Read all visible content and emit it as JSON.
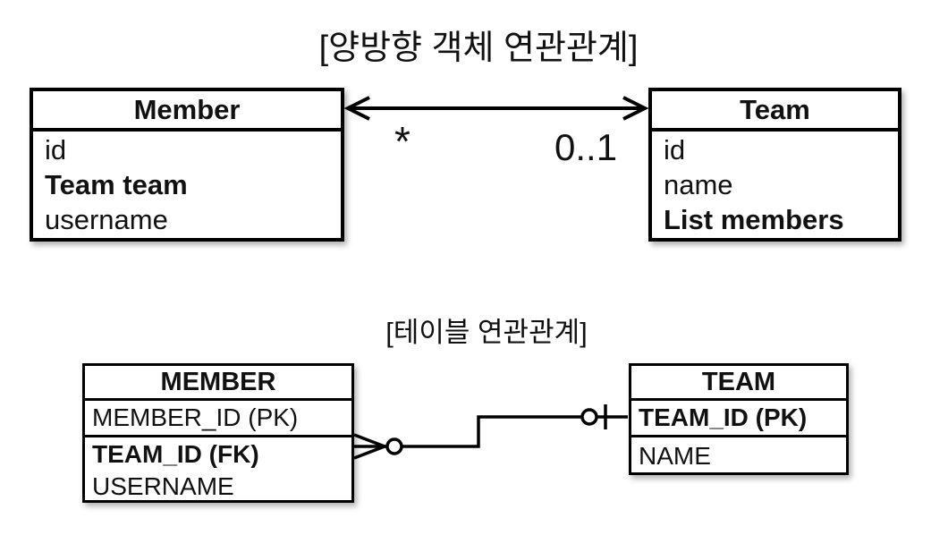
{
  "object_diagram": {
    "title": "[양방향 객체 연관관계]",
    "member_class": {
      "name": "Member",
      "fields": [
        "id",
        "Team team",
        "username"
      ]
    },
    "team_class": {
      "name": "Team",
      "fields": [
        "id",
        "name",
        "List members"
      ]
    },
    "association": {
      "member_multiplicity": "*",
      "team_multiplicity": "0..1"
    }
  },
  "table_diagram": {
    "title": "[테이블 연관관계]",
    "member_table": {
      "name": "MEMBER",
      "columns": [
        "MEMBER_ID (PK)",
        "TEAM_ID (FK)",
        "USERNAME"
      ]
    },
    "team_table": {
      "name": "TEAM",
      "columns": [
        "TEAM_ID (PK)",
        "NAME"
      ]
    }
  },
  "colors": {
    "ink": "#111111",
    "background": "#ffffff"
  }
}
